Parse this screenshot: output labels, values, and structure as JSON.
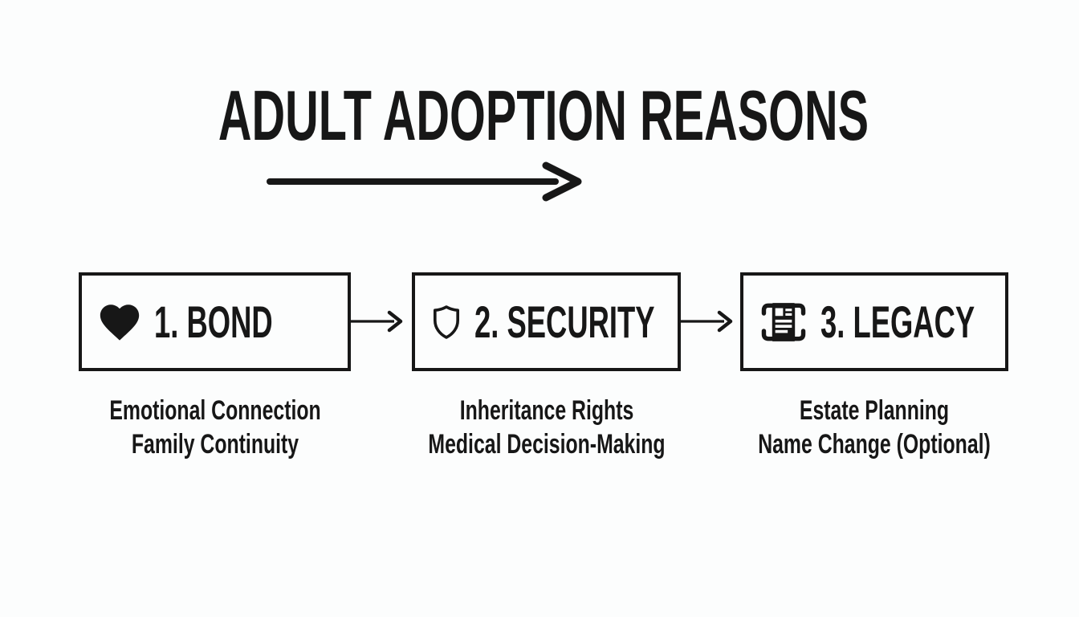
{
  "title": "ADULT ADOPTION REASONS",
  "colors": {
    "ink": "#171717",
    "background": "#fcfdfd"
  },
  "flow": {
    "direction": "left-to-right",
    "steps": [
      {
        "label": "1. BOND",
        "icon": "heart-icon",
        "details": [
          "Emotional Connection",
          "Family Continuity"
        ]
      },
      {
        "label": "2. SECURITY",
        "icon": "shield-icon",
        "details": [
          "Inheritance Rights",
          "Medical Decision-Making"
        ]
      },
      {
        "label": "3. LEGACY",
        "icon": "scroll-icon",
        "details": [
          "Estate Planning",
          "Name Change (Optional)"
        ]
      }
    ]
  }
}
